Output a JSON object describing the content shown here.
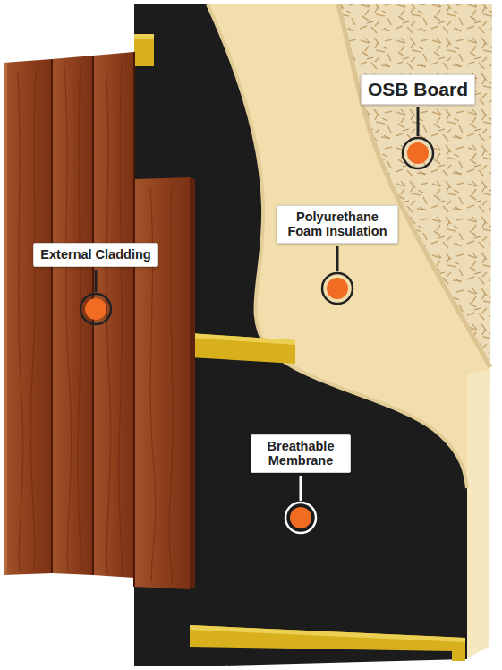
{
  "diagram": {
    "nodes": [
      {
        "text": [
          "OSB Board"
        ]
      },
      {
        "text": [
          "Polyurethane Foam Insulation"
        ]
      },
      {
        "text": [
          "External Cladding"
        ]
      },
      {
        "text": [
          "Breathable Membrane"
        ]
      }
    ]
  }
}
